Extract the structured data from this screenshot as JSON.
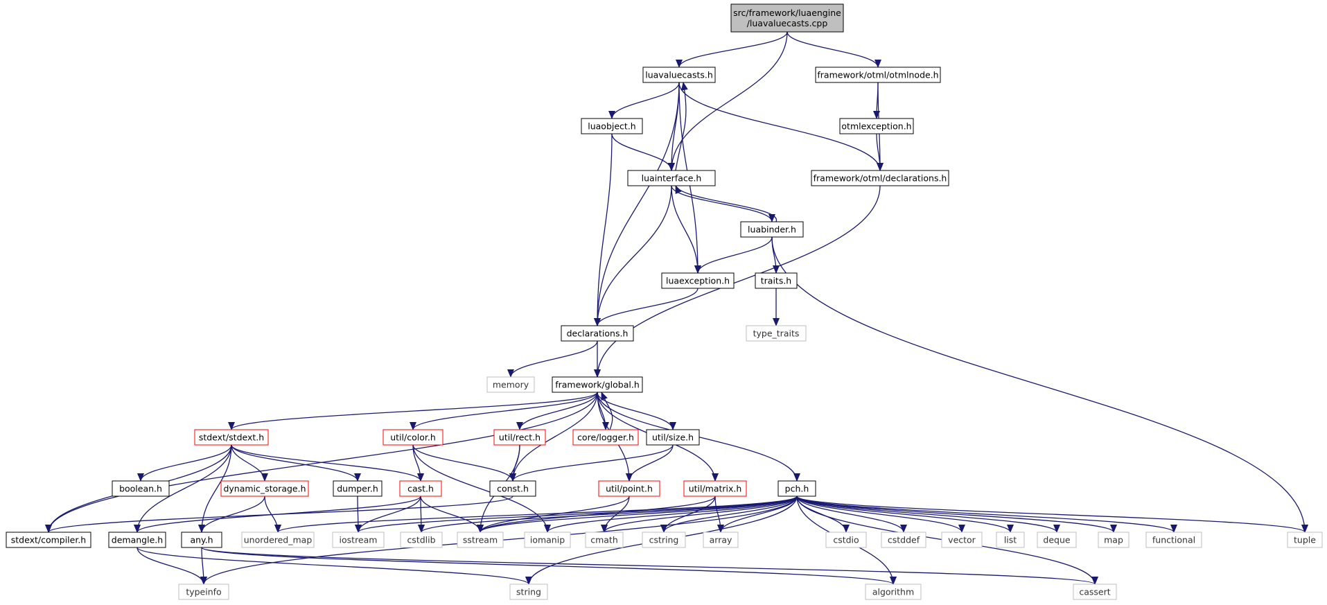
{
  "graph": {
    "root": "src/framework/luaengine\n/luavaluecasts.cpp",
    "nodes": [
      {
        "id": "root",
        "label": "src/framework/luaengine\n/luavaluecasts.cpp",
        "kind": "root"
      },
      {
        "id": "luavaluecasts_h",
        "label": "luavaluecasts.h",
        "kind": "local"
      },
      {
        "id": "otmlnode_h",
        "label": "framework/otml/otmlnode.h",
        "kind": "local"
      },
      {
        "id": "luaobject_h",
        "label": "luaobject.h",
        "kind": "local"
      },
      {
        "id": "otmlexception_h",
        "label": "otmlexception.h",
        "kind": "local"
      },
      {
        "id": "luainterface_h",
        "label": "luainterface.h",
        "kind": "local"
      },
      {
        "id": "otml_declarations_h",
        "label": "framework/otml/declarations.h",
        "kind": "local"
      },
      {
        "id": "luabinder_h",
        "label": "luabinder.h",
        "kind": "local"
      },
      {
        "id": "luaexception_h",
        "label": "luaexception.h",
        "kind": "local"
      },
      {
        "id": "traits_h",
        "label": "traits.h",
        "kind": "local"
      },
      {
        "id": "type_traits",
        "label": "type_traits",
        "kind": "external"
      },
      {
        "id": "declarations_h",
        "label": "declarations.h",
        "kind": "local"
      },
      {
        "id": "memory",
        "label": "memory",
        "kind": "external"
      },
      {
        "id": "global_h",
        "label": "framework/global.h",
        "kind": "local"
      },
      {
        "id": "stdext_h",
        "label": "stdext/stdext.h",
        "kind": "truncated"
      },
      {
        "id": "color_h",
        "label": "util/color.h",
        "kind": "truncated"
      },
      {
        "id": "rect_h",
        "label": "util/rect.h",
        "kind": "truncated"
      },
      {
        "id": "logger_h",
        "label": "core/logger.h",
        "kind": "truncated"
      },
      {
        "id": "size_h",
        "label": "util/size.h",
        "kind": "local"
      },
      {
        "id": "boolean_h",
        "label": "boolean.h",
        "kind": "local"
      },
      {
        "id": "dynamic_storage_h",
        "label": "dynamic_storage.h",
        "kind": "truncated"
      },
      {
        "id": "dumper_h",
        "label": "dumper.h",
        "kind": "local"
      },
      {
        "id": "cast_h",
        "label": "cast.h",
        "kind": "truncated"
      },
      {
        "id": "const_h",
        "label": "const.h",
        "kind": "local"
      },
      {
        "id": "point_h",
        "label": "util/point.h",
        "kind": "truncated"
      },
      {
        "id": "matrix_h",
        "label": "util/matrix.h",
        "kind": "truncated"
      },
      {
        "id": "pch_h",
        "label": "pch.h",
        "kind": "local"
      },
      {
        "id": "compiler_h",
        "label": "stdext/compiler.h",
        "kind": "local"
      },
      {
        "id": "demangle_h",
        "label": "demangle.h",
        "kind": "local"
      },
      {
        "id": "any_h",
        "label": "any.h",
        "kind": "local"
      },
      {
        "id": "unordered_map",
        "label": "unordered_map",
        "kind": "external"
      },
      {
        "id": "iostream",
        "label": "iostream",
        "kind": "external"
      },
      {
        "id": "cstdlib",
        "label": "cstdlib",
        "kind": "external"
      },
      {
        "id": "sstream",
        "label": "sstream",
        "kind": "external"
      },
      {
        "id": "iomanip",
        "label": "iomanip",
        "kind": "external"
      },
      {
        "id": "cmath",
        "label": "cmath",
        "kind": "external"
      },
      {
        "id": "cstring",
        "label": "cstring",
        "kind": "external"
      },
      {
        "id": "array",
        "label": "array",
        "kind": "external"
      },
      {
        "id": "cstdio",
        "label": "cstdio",
        "kind": "external"
      },
      {
        "id": "cstddef",
        "label": "cstddef",
        "kind": "external"
      },
      {
        "id": "vector",
        "label": "vector",
        "kind": "external"
      },
      {
        "id": "list",
        "label": "list",
        "kind": "external"
      },
      {
        "id": "deque",
        "label": "deque",
        "kind": "external"
      },
      {
        "id": "map",
        "label": "map",
        "kind": "external"
      },
      {
        "id": "functional",
        "label": "functional",
        "kind": "external"
      },
      {
        "id": "tuple",
        "label": "tuple",
        "kind": "external"
      },
      {
        "id": "typeinfo",
        "label": "typeinfo",
        "kind": "external"
      },
      {
        "id": "string",
        "label": "string",
        "kind": "external"
      },
      {
        "id": "algorithm",
        "label": "algorithm",
        "kind": "external"
      },
      {
        "id": "cassert",
        "label": "cassert",
        "kind": "external"
      }
    ],
    "edges": [
      [
        "root",
        "luavaluecasts_h"
      ],
      [
        "root",
        "luainterface_h"
      ],
      [
        "root",
        "otmlnode_h"
      ],
      [
        "luavaluecasts_h",
        "luaobject_h"
      ],
      [
        "luavaluecasts_h",
        "luainterface_h"
      ],
      [
        "luavaluecasts_h",
        "declarations_h"
      ],
      [
        "luavaluecasts_h",
        "otml_declarations_h"
      ],
      [
        "luavaluecasts_h",
        "luaexception_h"
      ],
      [
        "luaobject_h",
        "luainterface_h"
      ],
      [
        "luaobject_h",
        "declarations_h"
      ],
      [
        "luainterface_h",
        "luavaluecasts_h"
      ],
      [
        "luainterface_h",
        "luabinder_h"
      ],
      [
        "luainterface_h",
        "luaexception_h"
      ],
      [
        "luainterface_h",
        "declarations_h"
      ],
      [
        "luabinder_h",
        "luainterface_h"
      ],
      [
        "luabinder_h",
        "luaexception_h"
      ],
      [
        "luabinder_h",
        "traits_h"
      ],
      [
        "luabinder_h",
        "tuple"
      ],
      [
        "traits_h",
        "type_traits"
      ],
      [
        "otmlnode_h",
        "otmlexception_h"
      ],
      [
        "otmlnode_h",
        "otml_declarations_h"
      ],
      [
        "otmlexception_h",
        "otml_declarations_h"
      ],
      [
        "otml_declarations_h",
        "global_h"
      ],
      [
        "luaexception_h",
        "declarations_h"
      ],
      [
        "declarations_h",
        "memory"
      ],
      [
        "declarations_h",
        "global_h"
      ],
      [
        "global_h",
        "compiler_h"
      ],
      [
        "global_h",
        "stdext_h"
      ],
      [
        "global_h",
        "color_h"
      ],
      [
        "global_h",
        "const_h"
      ],
      [
        "global_h",
        "rect_h"
      ],
      [
        "global_h",
        "logger_h"
      ],
      [
        "global_h",
        "size_h"
      ],
      [
        "global_h",
        "point_h"
      ],
      [
        "global_h",
        "matrix_h"
      ],
      [
        "global_h",
        "pch_h"
      ],
      [
        "logger_h",
        "global_h"
      ],
      [
        "stdext_h",
        "compiler_h"
      ],
      [
        "stdext_h",
        "demangle_h"
      ],
      [
        "stdext_h",
        "any_h"
      ],
      [
        "stdext_h",
        "boolean_h"
      ],
      [
        "stdext_h",
        "dynamic_storage_h"
      ],
      [
        "stdext_h",
        "dumper_h"
      ],
      [
        "stdext_h",
        "cast_h"
      ],
      [
        "color_h",
        "cast_h"
      ],
      [
        "color_h",
        "const_h"
      ],
      [
        "color_h",
        "iomanip"
      ],
      [
        "rect_h",
        "const_h"
      ],
      [
        "rect_h",
        "sstream"
      ],
      [
        "size_h",
        "const_h"
      ],
      [
        "size_h",
        "point_h"
      ],
      [
        "const_h",
        "compiler_h"
      ],
      [
        "cast_h",
        "demangle_h"
      ],
      [
        "cast_h",
        "iostream"
      ],
      [
        "cast_h",
        "cstdlib"
      ],
      [
        "cast_h",
        "sstream"
      ],
      [
        "dynamic_storage_h",
        "any_h"
      ],
      [
        "dynamic_storage_h",
        "unordered_map"
      ],
      [
        "dumper_h",
        "iostream"
      ],
      [
        "point_h",
        "sstream"
      ],
      [
        "point_h",
        "cmath"
      ],
      [
        "matrix_h",
        "sstream"
      ],
      [
        "matrix_h",
        "cstring"
      ],
      [
        "matrix_h",
        "array"
      ],
      [
        "pch_h",
        "unordered_map"
      ],
      [
        "pch_h",
        "iostream"
      ],
      [
        "pch_h",
        "cstdlib"
      ],
      [
        "pch_h",
        "sstream"
      ],
      [
        "pch_h",
        "iomanip"
      ],
      [
        "pch_h",
        "cmath"
      ],
      [
        "pch_h",
        "cstring"
      ],
      [
        "pch_h",
        "array"
      ],
      [
        "pch_h",
        "cstdio"
      ],
      [
        "pch_h",
        "cstddef"
      ],
      [
        "pch_h",
        "vector"
      ],
      [
        "pch_h",
        "list"
      ],
      [
        "pch_h",
        "deque"
      ],
      [
        "pch_h",
        "map"
      ],
      [
        "pch_h",
        "functional"
      ],
      [
        "pch_h",
        "tuple"
      ],
      [
        "pch_h",
        "typeinfo"
      ],
      [
        "pch_h",
        "string"
      ],
      [
        "pch_h",
        "algorithm"
      ],
      [
        "pch_h",
        "cassert"
      ],
      [
        "demangle_h",
        "typeinfo"
      ],
      [
        "demangle_h",
        "string"
      ],
      [
        "any_h",
        "typeinfo"
      ],
      [
        "any_h",
        "algorithm"
      ],
      [
        "any_h",
        "cassert"
      ]
    ]
  },
  "colors": {
    "edge": "#191970",
    "node_border_local": "#000000",
    "node_border_truncated": "#ff0000",
    "node_border_external": "#bfbfbf",
    "root_fill": "#bfbfbf",
    "node_fill": "#ffffff"
  }
}
